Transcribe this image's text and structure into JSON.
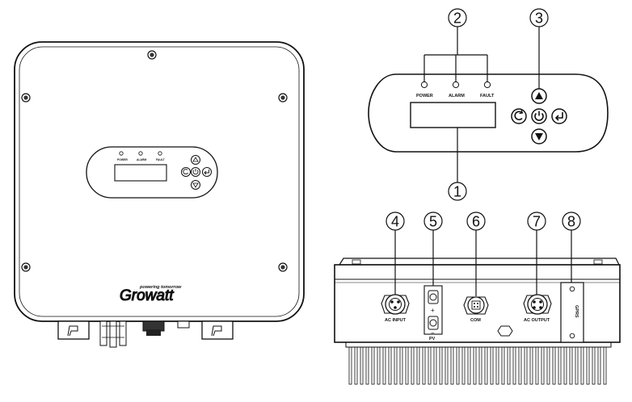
{
  "front_view": {
    "brand_tagline": "powering tomorrow",
    "brand_name": "Growatt",
    "led_labels": [
      "POWER",
      "ALARM",
      "FAULT"
    ]
  },
  "display_panel": {
    "led_labels": [
      "POWER",
      "ALARM",
      "FAULT"
    ],
    "button_icons": [
      "up-arrow-icon",
      "back-icon",
      "power-icon",
      "enter-icon",
      "down-arrow-icon"
    ]
  },
  "bottom_view": {
    "port_labels": {
      "ac_input": "AC INPUT",
      "pv": "PV",
      "pv_plus": "+",
      "pv_minus": "−",
      "com": "COM",
      "ac_output": "AC OUTPUT",
      "gprs": "GPRS"
    }
  },
  "callouts": [
    "1",
    "2",
    "3",
    "4",
    "5",
    "6",
    "7",
    "8"
  ],
  "colors": {
    "line": "#111111",
    "background": "#ffffff"
  }
}
